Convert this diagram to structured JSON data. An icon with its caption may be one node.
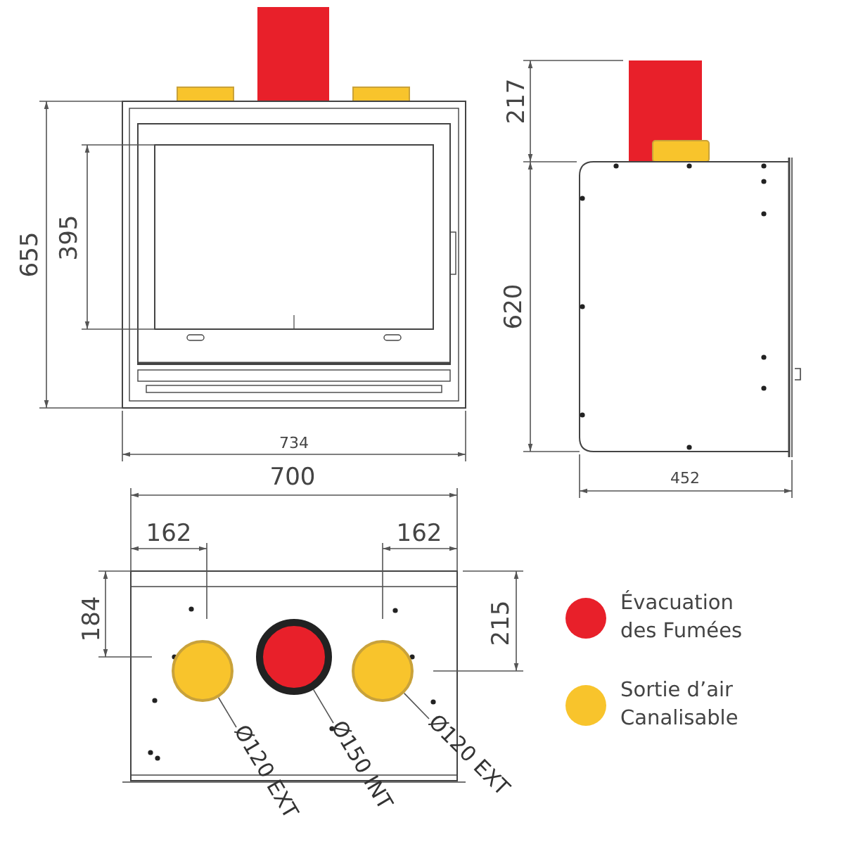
{
  "diagram": {
    "nodes": [
      {
        "text": [],
        "shape": "circle"
      },
      {
        "text": [],
        "shape": "circle"
      },
      {
        "text": [],
        "shape": "circle"
      },
      {
        "text": [
          "Ø120 EXT"
        ]
      },
      {
        "text": [
          "Ø150 INT"
        ]
      },
      {
        "text": [
          "Ø120 EXT"
        ]
      }
    ],
    "edges": [
      {
        "from": 3,
        "to": 0,
        "arrow": "none"
      },
      {
        "from": 4,
        "to": 1,
        "arrow": "none"
      },
      {
        "from": 5,
        "to": 2,
        "arrow": "none"
      }
    ],
    "labels": [
      "655",
      "395",
      "734",
      "217",
      "620",
      "452",
      "700",
      "162",
      "162",
      "184",
      "215"
    ],
    "legend": [
      {
        "text": "Évacuation des Fumées",
        "color": "#e8202a"
      },
      {
        "text": "Sortie d’air Canalisable",
        "color": "#f8c42c"
      }
    ]
  }
}
